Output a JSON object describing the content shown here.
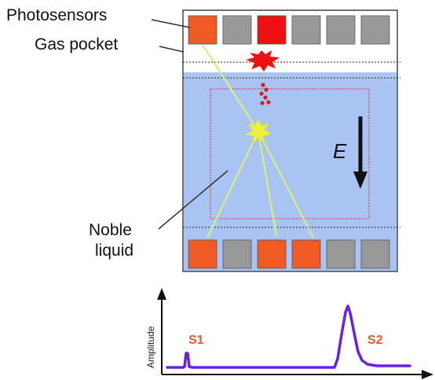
{
  "labels": {
    "photosensors": "Photosensors",
    "gas_pocket": "Gas pocket",
    "noble_liquid_line1": "Noble",
    "noble_liquid_line2": "liquid",
    "field": "E"
  },
  "sensors": {
    "top": [
      "lit",
      "off",
      "bright",
      "off",
      "off",
      "off"
    ],
    "bottom": [
      "lit",
      "off",
      "lit",
      "lit",
      "off",
      "off"
    ]
  },
  "waveform": {
    "y_axis_label": "Amplitude",
    "s1_label": "S1",
    "s2_label": "S2"
  },
  "colors": {
    "liquid": "#a9c4f3",
    "sensor_lit": "#ee5b24",
    "sensor_bright": "#ee1111",
    "sensor_off": "#999999",
    "light_ray": "#d6ee83",
    "waveform": "#6a20e0",
    "fiducial": "#dd2a4a"
  }
}
